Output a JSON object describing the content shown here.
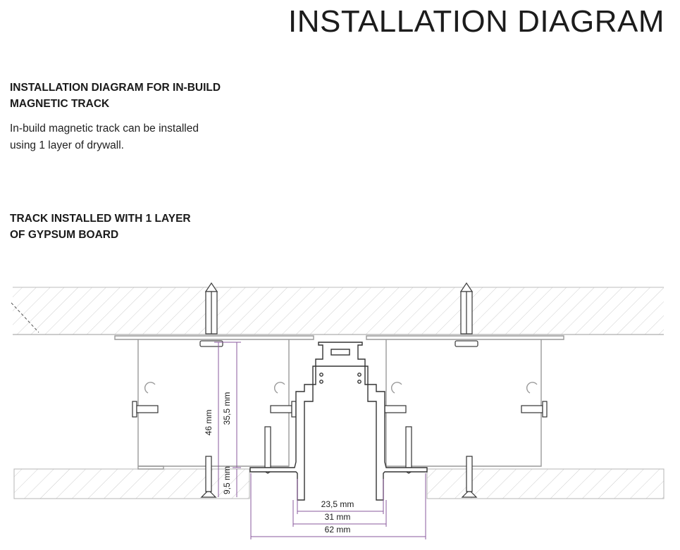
{
  "header": {
    "title": "INSTALLATION DIAGRAM"
  },
  "intro": {
    "heading_line1": "INSTALLATION DIAGRAM FOR IN-BUILD",
    "heading_line2": "MAGNETIC TRACK",
    "description_line1": "In-build magnetic track can be installed",
    "description_line2": "using 1 layer of drywall."
  },
  "section": {
    "heading_line1": "TRACK INSTALLED WITH 1 LAYER",
    "heading_line2": "OF GYPSUM BOARD"
  },
  "dimensions": {
    "height_total": "46 mm",
    "height_track": "35,5 mm",
    "height_board": "9,5 mm",
    "width_inner": "23,5 mm",
    "width_body": "31 mm",
    "width_total": "62 mm"
  },
  "colors": {
    "dimension_line": "#8a5a9c",
    "outline": "#3a3a3a",
    "hatch": "#c8c8c8"
  }
}
